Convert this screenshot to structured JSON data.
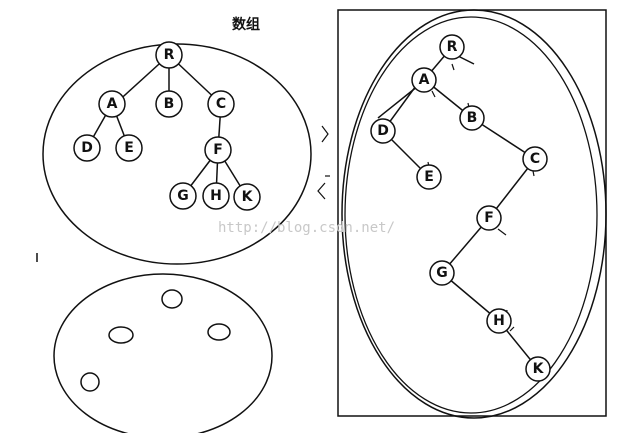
{
  "caption": "数组",
  "watermark": "http://blog.csdn.net/",
  "left_tree": {
    "nodes": [
      "R",
      "A",
      "B",
      "C",
      "D",
      "E",
      "F",
      "G",
      "H",
      "K"
    ]
  },
  "right_tree": {
    "nodes": [
      "R",
      "A",
      "D",
      "B",
      "E",
      "C",
      "F",
      "G",
      "H",
      "K"
    ]
  },
  "colors": {
    "stroke": "#111111",
    "watermark": "#c8c8c8",
    "background": "#ffffff"
  }
}
